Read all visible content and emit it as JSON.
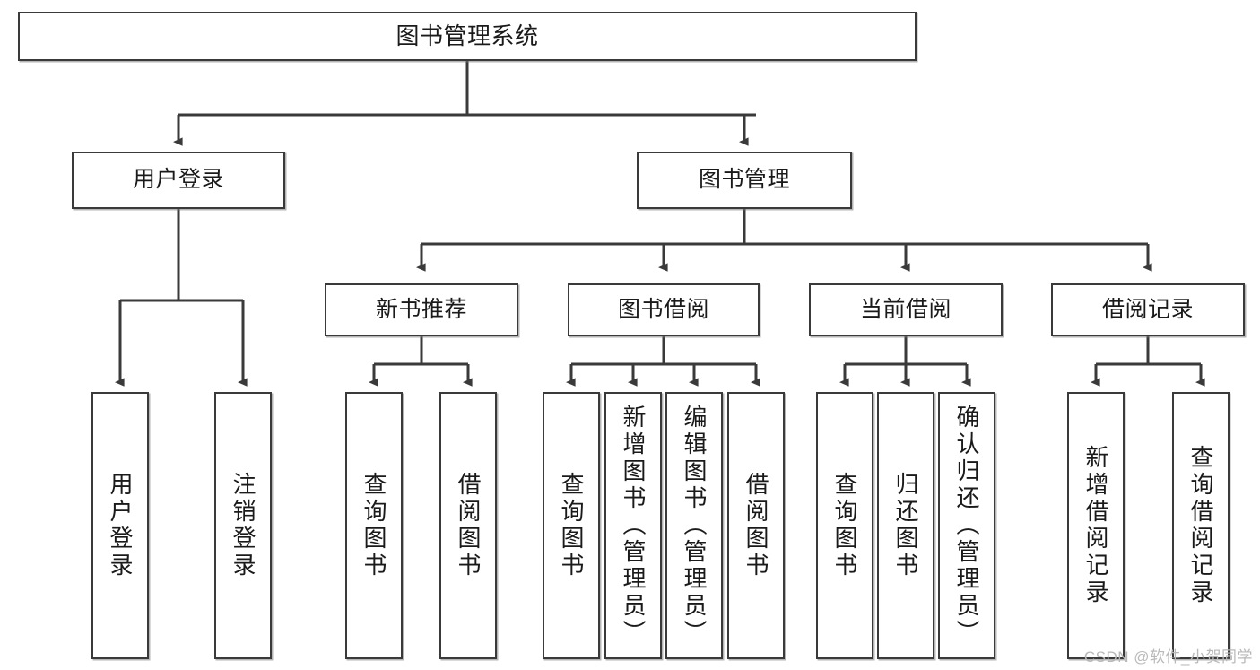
{
  "diagram": {
    "type": "tree-hierarchy-chart",
    "title_text": "图书管理系统",
    "colors": {
      "box_border": "#3a3a3a",
      "box_fill": "#ffffff",
      "connector": "#3a3a3a",
      "text": "#1a1a1a",
      "watermark": "#b9b9b9",
      "background": "#ffffff"
    },
    "root": {
      "label": "图书管理系统"
    },
    "level2": [
      {
        "label": "用户登录"
      },
      {
        "label": "图书管理"
      }
    ],
    "level3": [
      {
        "label": "新书推荐"
      },
      {
        "label": "图书借阅"
      },
      {
        "label": "当前借阅"
      },
      {
        "label": "借阅记录"
      }
    ],
    "leaves": {
      "user_login": [
        {
          "label": "用户登录"
        },
        {
          "label": "注销登录"
        }
      ],
      "new_book_recommend": [
        {
          "label": "查询图书"
        },
        {
          "label": "借阅图书"
        }
      ],
      "book_borrow": [
        {
          "label": "查询图书"
        },
        {
          "label": "新增图书（管理员）"
        },
        {
          "label": "编辑图书（管理员）"
        },
        {
          "label": "借阅图书"
        }
      ],
      "current_borrow": [
        {
          "label": "查询图书"
        },
        {
          "label": "归还图书"
        },
        {
          "label": "确认归还（管理员）"
        }
      ],
      "borrow_record": [
        {
          "label": "新增借阅记录"
        },
        {
          "label": "查询借阅记录"
        }
      ]
    }
  },
  "watermark": {
    "text": "CSDN @软件_小贺同学"
  }
}
